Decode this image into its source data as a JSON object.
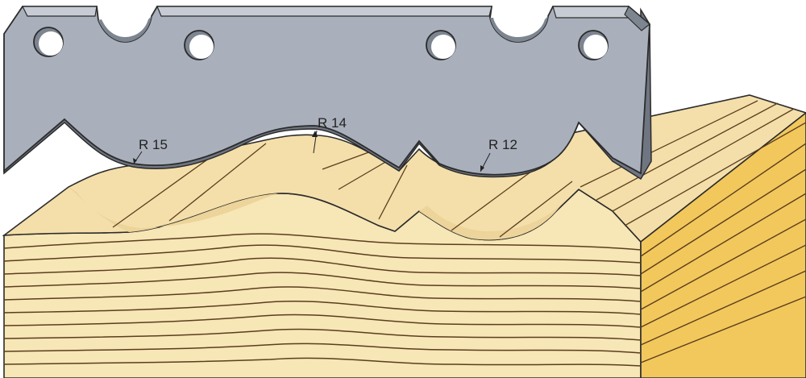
{
  "diagram": {
    "labels": {
      "radius_left": "R 15",
      "radius_middle": "R 14",
      "radius_right": "R 12"
    },
    "colors": {
      "steel": "#a9b0bb",
      "steel_edge": "#7d8591",
      "steel_dark": "#6f7682",
      "wood_top": "#f4dfaa",
      "wood_front": "#f7e6b6",
      "wood_side": "#f2c85c",
      "grain": "#5b3d1e",
      "outline": "#2b2b2b"
    }
  }
}
